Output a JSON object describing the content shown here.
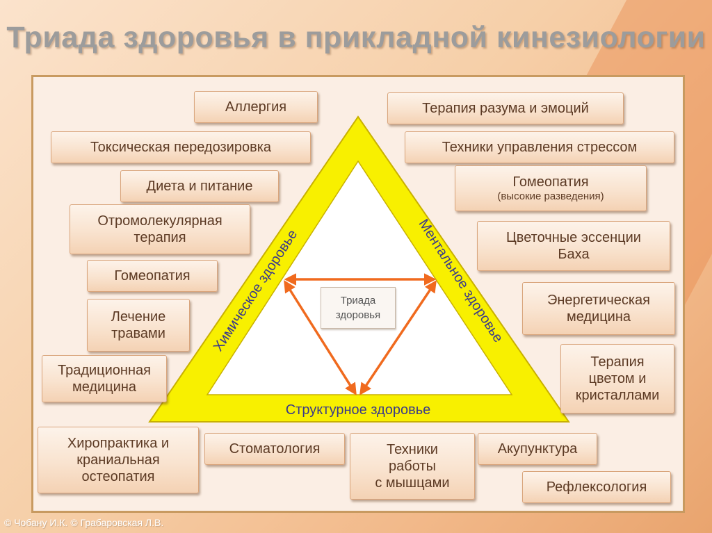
{
  "title": "Триада здоровья в прикладной кинезиологии",
  "triangle": {
    "left_side": "Химическое здоровье",
    "right_side": "Ментальное здоровье",
    "bottom_side": "Структурное здоровье",
    "center_line1": "Триада",
    "center_line2": "здоровья"
  },
  "left_boxes": {
    "b1": "Аллергия",
    "b2": "Токсическая передозировка",
    "b3": "Диета и питание",
    "b4_l1": "Отромолекулярная",
    "b4_l2": "терапия",
    "b5": "Гомеопатия",
    "b6_l1": "Лечение",
    "b6_l2": "травами",
    "b7_l1": "Традиционная",
    "b7_l2": "медицина"
  },
  "right_boxes": {
    "b1": "Терапия разума и эмоций",
    "b2": "Техники управления стрессом",
    "b3_l1": "Гомеопатия",
    "b3_l2": "(высокие разведения)",
    "b4_l1": "Цветочные эссенции",
    "b4_l2": "Баха",
    "b5_l1": "Энергетическая",
    "b5_l2": "медицина",
    "b6_l1": "Терапия",
    "b6_l2": "цветом и",
    "b6_l3": "кристаллами"
  },
  "bottom_boxes": {
    "b1_l1": "Хиропрактика и",
    "b1_l2": "краниальная",
    "b1_l3": "остеопатия",
    "b2": "Стоматология",
    "b3_l1": "Техники",
    "b3_l2": "работы",
    "b3_l3": "с мышцами",
    "b4": "Акупунктура",
    "b5": "Рефлексология"
  },
  "footer": "© Чобану И.К. © Грабаровская Л.В.",
  "colors": {
    "triangle_fill": "#f8f000",
    "triangle_stroke": "#c8b000",
    "arrow": "#f06a1e",
    "label_text": "#3a3a8a"
  }
}
